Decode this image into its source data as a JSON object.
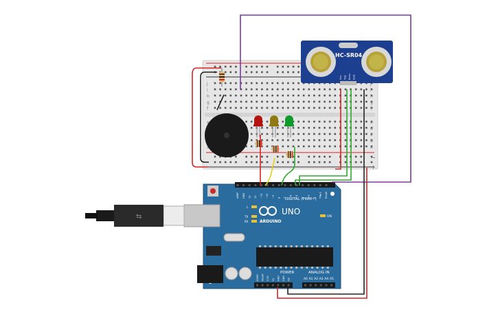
{
  "sensor": {
    "model": "HC-SR04",
    "pins": [
      "Vcc",
      "Trig",
      "Echo",
      "Gnd"
    ]
  },
  "arduino": {
    "brand": "ARDUINO",
    "model": "UNO",
    "digital_header": "DIGITAL (PWM~)",
    "power_header": "POWER",
    "analog_header": "ANALOG IN",
    "on_label": "ON",
    "l_label": "L",
    "tx_label": "TX",
    "rx_label": "RX",
    "top_pins": [
      "AREF",
      "GND",
      "13",
      "12",
      "~11",
      "~10",
      "~9",
      "8",
      "7",
      "~6",
      "~5",
      "4",
      "~3",
      "2",
      "TX►1",
      "RX◄0"
    ],
    "power_pins": [
      "IOREF",
      "RESET",
      "3.3V",
      "5V",
      "GND",
      "GND",
      "Vin"
    ],
    "analog_pins": [
      "A0",
      "A1",
      "A2",
      "A3",
      "A4",
      "A5"
    ]
  },
  "breadboard": {
    "rows_top": [
      "j",
      "i",
      "h",
      "g",
      "f"
    ],
    "rows_bottom": [
      "e",
      "d",
      "c",
      "b",
      "a"
    ],
    "rail_plus": "+",
    "rail_minus": "−"
  },
  "components": {
    "leds": [
      {
        "name": "red-led",
        "color": "#b3120f"
      },
      {
        "name": "yellow-led",
        "color": "#8f7a12"
      },
      {
        "name": "green-led",
        "color": "#0f9b2a"
      }
    ],
    "buzzer": "piezo",
    "usb": "usb-b-cable"
  },
  "colors": {
    "board": "#2b6c9e",
    "breadboard": "#e8e8e8",
    "sensor": "#1d3f8f",
    "wire_red": "#d62424",
    "wire_black": "#222222",
    "wire_green": "#2eaa2e",
    "wire_yellow": "#e6cf1a",
    "wire_purple": "#7a3a9e"
  }
}
